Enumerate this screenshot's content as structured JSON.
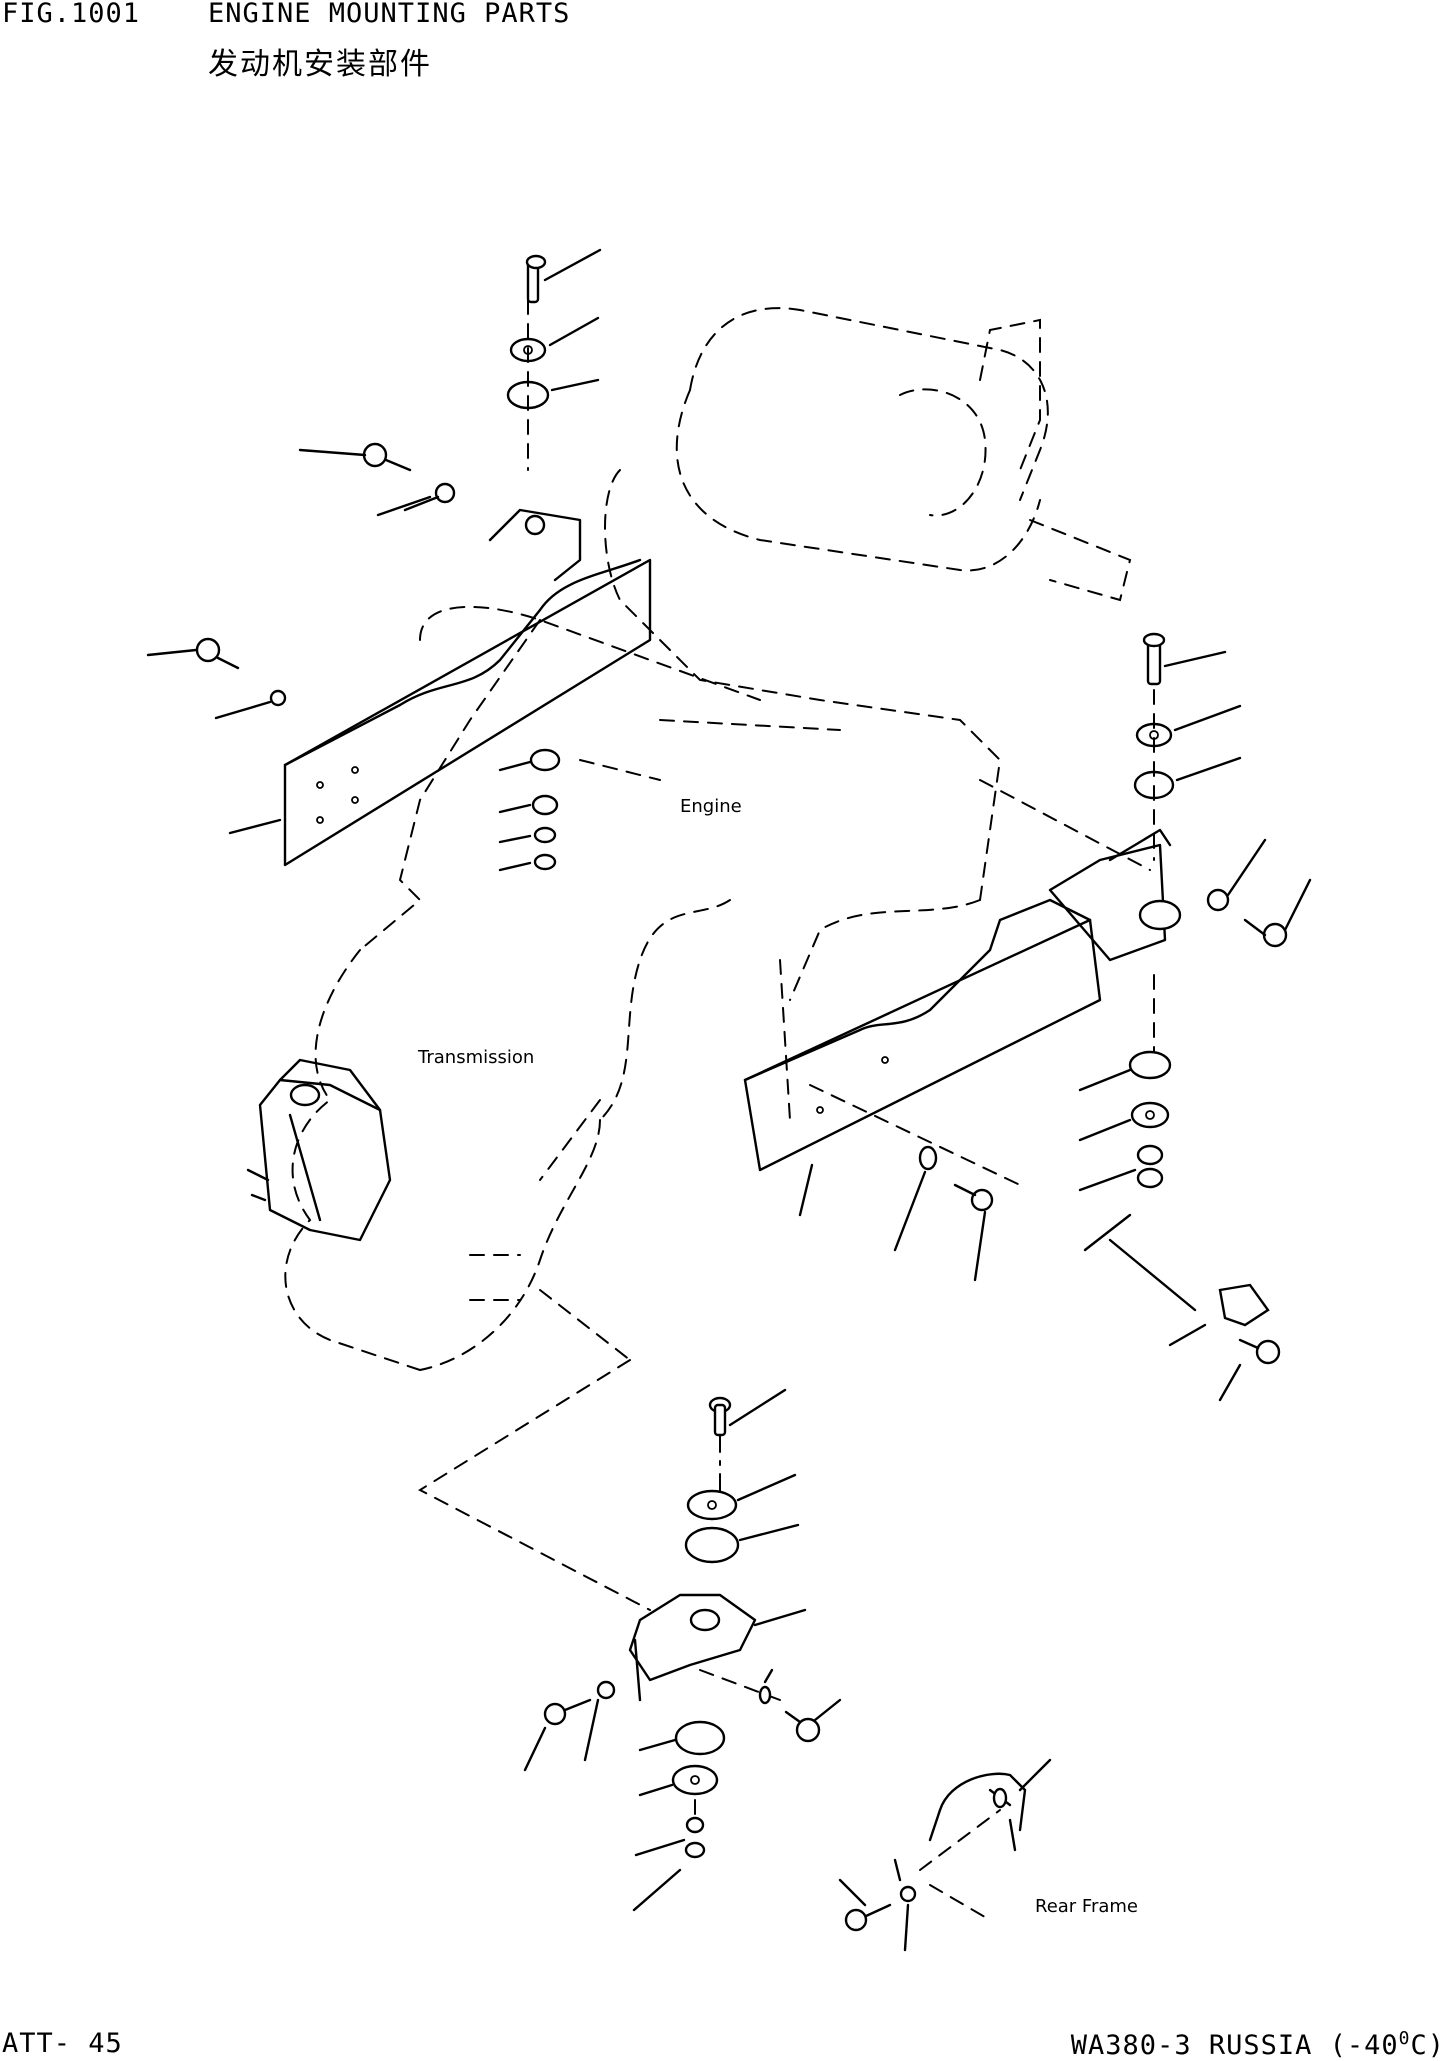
{
  "header": {
    "fig_number": "FIG.1001",
    "title": "ENGINE MOUNTING PARTS",
    "title_cn": "发动机安装部件"
  },
  "drawing_labels": {
    "engine": "Engine",
    "transmission": "Transmission",
    "rear_frame": "Rear Frame"
  },
  "footer": {
    "page_code": "ATT- 45",
    "model_prefix": "WA380-3 RUSSIA (-40",
    "degree": "0",
    "model_suffix": "C)"
  }
}
